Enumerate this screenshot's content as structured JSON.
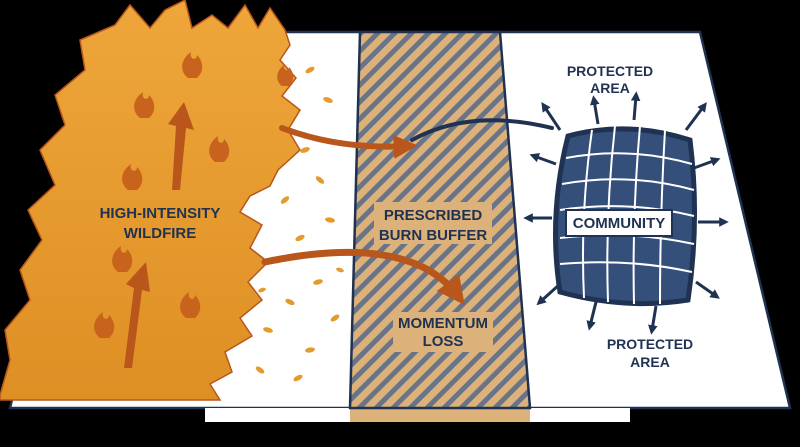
{
  "labels": {
    "wildfire_line1": "HIGH-INTENSITY",
    "wildfire_line2": "WILDFIRE",
    "buffer_line1": "PRESCRIBED",
    "buffer_line2": "BURN BUFFER",
    "momentum_line1": "MOMENTUM",
    "momentum_line2": "LOSS",
    "community": "COMMUNITY",
    "protected_top_line1": "PROTECTED",
    "protected_top_line2": "AREA",
    "protected_bottom_line1": "PROTECTED",
    "protected_bottom_line2": "AREA"
  },
  "colors": {
    "background": "#000000",
    "ground": "#ffffff",
    "outline": "#1f3252",
    "fire_orange": "#e59a2c",
    "fire_dark": "#b8561c",
    "buffer_tan": "#dcb27a",
    "community_fill": "#34507a"
  },
  "icons": [
    "flame-icon",
    "up-arrow-icon",
    "ember-icon",
    "expand-arrow-icon"
  ]
}
